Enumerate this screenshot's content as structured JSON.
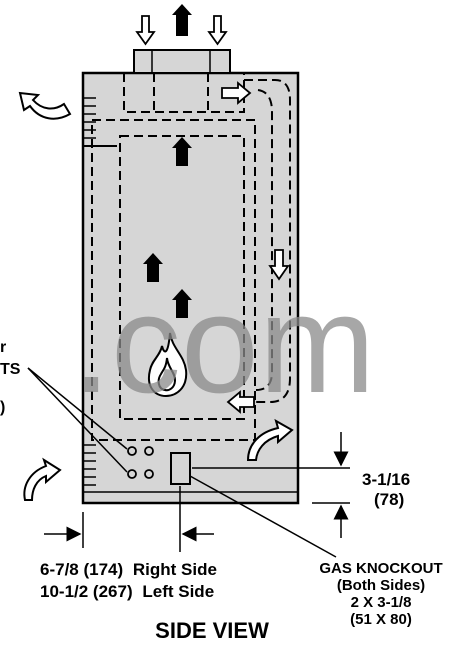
{
  "title": "SIDE VIEW",
  "watermark": ".com",
  "labels": {
    "left_partial_1": "r",
    "left_partial_2": "TS",
    "left_partial_3": ")",
    "height_dim_1": "3-1/16",
    "height_dim_2": "(78)",
    "right_side_value": "6-7/8 (174)",
    "right_side_text": "Right Side",
    "left_side_value": "10-1/2 (267)",
    "left_side_text": "Left Side",
    "gas_knockout_1": "GAS KNOCKOUT",
    "gas_knockout_2": "(Both Sides)",
    "gas_knockout_3": "2 X 3-1/8",
    "gas_knockout_4": "(51 X 80)"
  },
  "colors": {
    "body": "#d6d6d6",
    "outline": "#000000",
    "watermark": "#8a8a8a"
  }
}
